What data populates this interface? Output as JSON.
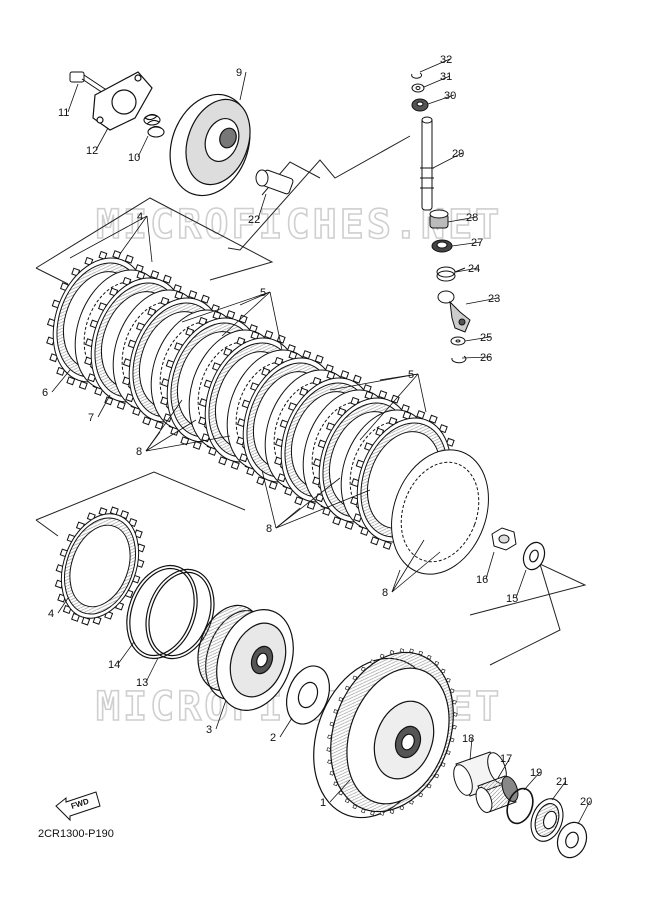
{
  "diagram": {
    "reference_code": "2CR1300-P190",
    "fwd_label": "FWD",
    "watermark_top": "MICROFICHES.NET",
    "watermark_bottom": "MICROFICHES.NET",
    "callouts": [
      {
        "id": "32",
        "text": "32"
      },
      {
        "id": "31",
        "text": "31"
      },
      {
        "id": "30",
        "text": "30"
      },
      {
        "id": "29",
        "text": "29"
      },
      {
        "id": "28",
        "text": "28"
      },
      {
        "id": "27",
        "text": "27"
      },
      {
        "id": "24",
        "text": "24"
      },
      {
        "id": "23",
        "text": "23"
      },
      {
        "id": "25",
        "text": "25"
      },
      {
        "id": "26",
        "text": "26"
      },
      {
        "id": "9",
        "text": "9"
      },
      {
        "id": "11",
        "text": "11"
      },
      {
        "id": "12",
        "text": "12"
      },
      {
        "id": "10",
        "text": "10"
      },
      {
        "id": "22",
        "text": "22"
      },
      {
        "id": "4a",
        "text": "4"
      },
      {
        "id": "5a",
        "text": "5"
      },
      {
        "id": "5b",
        "text": "5"
      },
      {
        "id": "6",
        "text": "6"
      },
      {
        "id": "7",
        "text": "7"
      },
      {
        "id": "8a",
        "text": "8"
      },
      {
        "id": "8b",
        "text": "8"
      },
      {
        "id": "8c",
        "text": "8"
      },
      {
        "id": "16",
        "text": "16"
      },
      {
        "id": "15",
        "text": "15"
      },
      {
        "id": "4b",
        "text": "4"
      },
      {
        "id": "14",
        "text": "14"
      },
      {
        "id": "13",
        "text": "13"
      },
      {
        "id": "3",
        "text": "3"
      },
      {
        "id": "2",
        "text": "2"
      },
      {
        "id": "18",
        "text": "18"
      },
      {
        "id": "17",
        "text": "17"
      },
      {
        "id": "19",
        "text": "19"
      },
      {
        "id": "21",
        "text": "21"
      },
      {
        "id": "20",
        "text": "20"
      },
      {
        "id": "1",
        "text": "1"
      }
    ]
  }
}
